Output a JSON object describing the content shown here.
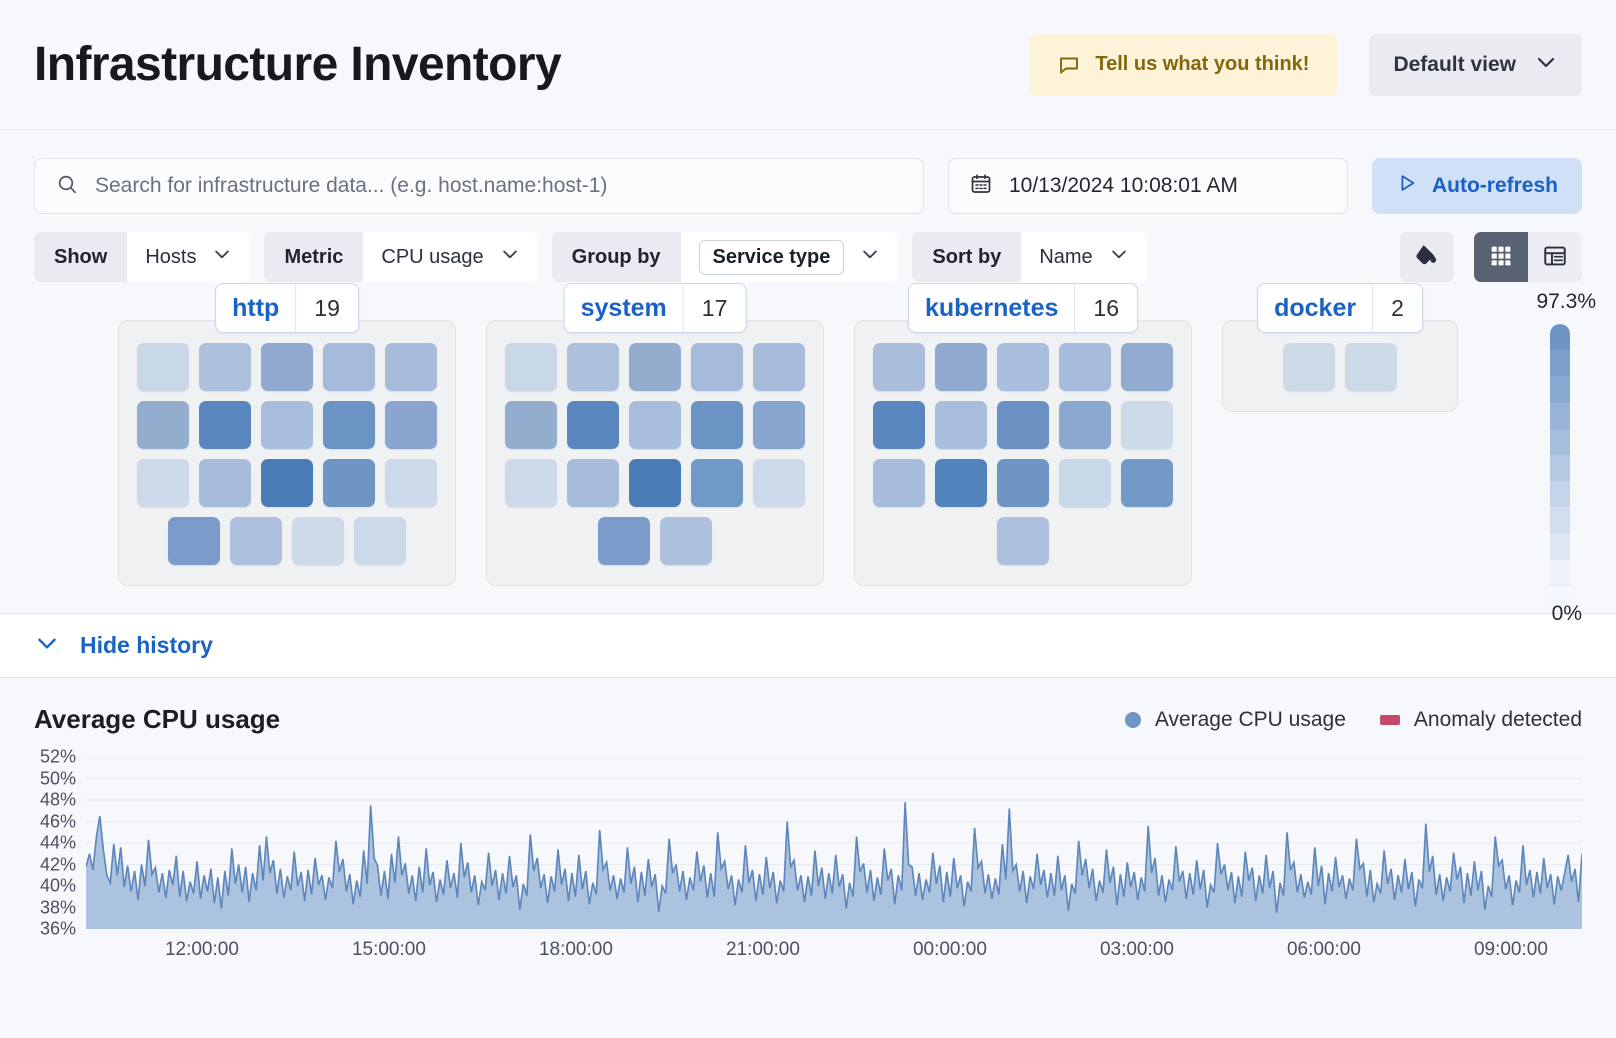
{
  "header": {
    "title": "Infrastructure Inventory",
    "feedback_label": "Tell us what you think!",
    "feedback_icon": "comment-icon",
    "view_label": "Default view",
    "view_icon": "chevron-down-icon",
    "feedback_bg": "#fdf3d8",
    "feedback_fg": "#83670c"
  },
  "search": {
    "placeholder": "Search for infrastructure data... (e.g. host.name:host-1)",
    "value": "",
    "icon": "search-icon"
  },
  "datepicker": {
    "value": "10/13/2024 10:08:01 AM",
    "icon": "calendar-icon"
  },
  "refresh": {
    "label": "Auto-refresh",
    "icon": "play-icon",
    "bg": "#cfe0f7",
    "fg": "#1a5fc8"
  },
  "filters": [
    {
      "label": "Show",
      "value": "Hosts",
      "boxed": false,
      "icon": "chevron-down-icon"
    },
    {
      "label": "Metric",
      "value": "CPU usage",
      "boxed": false,
      "icon": "chevron-down-icon"
    },
    {
      "label": "Group by",
      "value": "Service type",
      "boxed": true,
      "icon": "chevron-down-icon"
    },
    {
      "label": "Sort by",
      "value": "Name",
      "boxed": false,
      "icon": "chevron-down-icon"
    }
  ],
  "toolbar": {
    "palette_icon": "color-fill-icon",
    "grid_view_icon": "grid-view-icon",
    "table_view_icon": "table-view-icon",
    "active_view": "grid"
  },
  "legend_scale": {
    "max_label": "97.3%",
    "min_label": "0%",
    "stops": [
      "#6f95c6",
      "#7b9ecb",
      "#89a9d2",
      "#97b3d8",
      "#a6bedd",
      "#b5c9e3",
      "#c4d4e9",
      "#d2deef",
      "#dfe7f3",
      "#ecf1f8",
      "#f4f7fb"
    ]
  },
  "groups": [
    {
      "name": "http",
      "count": "19",
      "rows": [
        [
          "#c9d8e9",
          "#aec1dc",
          "#8fa9cf",
          "#a5bbd9",
          "#a6bcda"
        ],
        [
          "#93adcf",
          "#5b87c0",
          "#a9bedd",
          "#6b94c5",
          "#8aa6d0"
        ],
        [
          "#cbd9ea",
          "#a7bcdb",
          "#4c7cb8",
          "#6e95c4",
          "#cbd9ea"
        ],
        [
          "#7b9cca",
          "#adc0dd",
          "#ccdaea",
          "#cbd9ea"
        ]
      ]
    },
    {
      "name": "system",
      "count": "17",
      "rows": [
        [
          "#c9d8e9",
          "#aec1dc",
          "#93adcf",
          "#a5bbd9",
          "#a6bcda"
        ],
        [
          "#93adcf",
          "#5b87c0",
          "#a9bedd",
          "#6b94c5",
          "#87a5cf"
        ],
        [
          "#cbd9ea",
          "#a7bcdb",
          "#4c7cb8",
          "#7099c7",
          "#cbd9ea"
        ],
        [
          "#7b9cca",
          "#aec1dc"
        ]
      ]
    },
    {
      "name": "kubernetes",
      "count": "16",
      "rows": [
        [
          "#aabedc",
          "#8fa9cf",
          "#a9bddc",
          "#a6bcda",
          "#92accf"
        ],
        [
          "#5b87c0",
          "#a9bedd",
          "#6b91c3",
          "#8ba8d1",
          "#ccdaea"
        ],
        [
          "#a6bcda",
          "#5183bd",
          "#6e95c4",
          "#c9d8e9",
          "#7399c7"
        ],
        [
          "#adc0dd"
        ]
      ]
    },
    {
      "name": "docker",
      "count": "2",
      "rows": [
        [
          "#ccd9e8",
          "#ccd9e8"
        ]
      ]
    }
  ],
  "history": {
    "toggle_label": "Hide history",
    "toggle_icon": "chevron-down-icon"
  },
  "chart_data": {
    "type": "area",
    "title": "Average CPU usage",
    "xlabel": "",
    "ylabel": "",
    "ylim": [
      36,
      52
    ],
    "yticks": [
      "36%",
      "38%",
      "40%",
      "42%",
      "44%",
      "46%",
      "48%",
      "50%",
      "52%"
    ],
    "ytick_values": [
      36,
      38,
      40,
      42,
      44,
      46,
      48,
      50,
      52
    ],
    "xticks": [
      "12:00:00",
      "15:00:00",
      "18:00:00",
      "21:00:00",
      "00:00:00",
      "03:00:00",
      "06:00:00",
      "09:00:00"
    ],
    "grid": true,
    "legend_position": "top-right",
    "series": [
      {
        "name": "Average CPU usage",
        "color": "#6e95c4",
        "marker": "dot"
      },
      {
        "name": "Anomaly detected",
        "color": "#c6496c",
        "marker": "square"
      }
    ],
    "values": [
      41.8,
      43.0,
      41.5,
      44.6,
      46.5,
      43.4,
      41.0,
      40.3,
      43.9,
      41.0,
      43.6,
      39.9,
      41.9,
      39.5,
      41.4,
      38.7,
      42.0,
      40.0,
      44.3,
      41.1,
      41.7,
      39.4,
      41.2,
      38.9,
      41.5,
      40.1,
      42.8,
      39.0,
      41.4,
      38.6,
      40.4,
      39.3,
      42.3,
      38.8,
      41.0,
      39.5,
      41.6,
      38.4,
      40.8,
      37.9,
      41.4,
      39.1,
      43.5,
      40.2,
      42.0,
      39.4,
      41.8,
      38.5,
      41.2,
      39.6,
      43.8,
      40.5,
      44.6,
      41.2,
      42.4,
      39.3,
      41.6,
      38.9,
      40.9,
      39.6,
      43.2,
      40.0,
      41.3,
      38.6,
      41.5,
      39.2,
      42.6,
      40.1,
      41.0,
      38.7,
      40.8,
      39.8,
      44.2,
      41.3,
      42.5,
      39.5,
      41.1,
      38.3,
      40.5,
      39.0,
      43.3,
      40.2,
      47.5,
      42.6,
      41.9,
      39.1,
      41.4,
      38.8,
      43.0,
      40.3,
      44.6,
      41.0,
      42.1,
      39.3,
      41.0,
      38.6,
      41.8,
      39.4,
      43.5,
      40.1,
      41.3,
      38.5,
      40.6,
      39.2,
      42.4,
      39.8,
      41.2,
      38.9,
      44.0,
      40.8,
      42.2,
      39.4,
      41.0,
      38.2,
      40.4,
      39.6,
      43.1,
      40.0,
      41.5,
      38.7,
      41.2,
      39.3,
      42.8,
      39.9,
      41.0,
      37.8,
      40.2,
      39.1,
      44.8,
      41.4,
      42.6,
      39.8,
      41.1,
      38.4,
      40.9,
      39.5,
      43.4,
      40.1,
      41.6,
      38.6,
      41.2,
      39.0,
      42.9,
      39.7,
      41.4,
      38.3,
      40.3,
      39.2,
      45.2,
      41.5,
      42.2,
      39.6,
      41.0,
      38.8,
      40.7,
      39.4,
      43.6,
      40.2,
      41.8,
      38.5,
      41.3,
      39.1,
      42.5,
      39.9,
      41.1,
      37.6,
      40.0,
      39.3,
      44.4,
      41.2,
      42.0,
      39.5,
      41.4,
      38.7,
      40.8,
      39.6,
      43.2,
      40.4,
      41.9,
      38.9,
      41.2,
      39.0,
      45.0,
      41.6,
      42.3,
      39.7,
      41.0,
      38.2,
      40.6,
      39.4,
      43.8,
      40.3,
      41.5,
      38.6,
      41.1,
      39.2,
      42.7,
      39.8,
      41.3,
      38.4,
      40.5,
      39.5,
      46.0,
      41.8,
      42.4,
      39.6,
      41.0,
      38.5,
      40.9,
      39.1,
      43.3,
      40.0,
      41.7,
      38.8,
      41.2,
      39.3,
      42.9,
      39.9,
      41.1,
      37.9,
      40.3,
      39.0,
      44.6,
      41.3,
      42.1,
      39.4,
      41.5,
      38.6,
      40.8,
      39.2,
      43.5,
      40.5,
      41.6,
      38.3,
      41.0,
      39.6,
      47.8,
      42.0,
      41.8,
      39.1,
      41.2,
      38.7,
      40.6,
      39.4,
      43.1,
      40.2,
      41.9,
      38.5,
      41.3,
      39.0,
      42.6,
      39.8,
      41.0,
      38.1,
      40.4,
      39.5,
      45.4,
      41.7,
      42.3,
      39.3,
      41.1,
      38.8,
      40.7,
      39.2,
      43.9,
      40.6,
      47.2,
      41.4,
      42.0,
      39.5,
      41.4,
      38.4,
      40.9,
      39.7,
      43.0,
      40.1,
      41.5,
      38.9,
      41.2,
      39.1,
      42.8,
      39.6,
      41.0,
      37.7,
      40.2,
      39.3,
      44.2,
      41.0,
      42.5,
      39.8,
      41.6,
      38.6,
      40.5,
      39.4,
      43.4,
      40.3,
      41.8,
      38.2,
      41.1,
      39.0,
      42.2,
      39.9,
      41.3,
      38.7,
      40.8,
      39.5,
      45.6,
      41.2,
      42.6,
      39.1,
      41.0,
      38.5,
      40.6,
      39.6,
      43.7,
      40.4,
      41.4,
      38.8,
      41.2,
      39.2,
      42.4,
      39.7,
      41.5,
      38.0,
      40.1,
      39.4,
      44.0,
      41.1,
      42.0,
      39.6,
      41.3,
      38.4,
      40.9,
      39.0,
      43.2,
      40.5,
      41.7,
      38.6,
      41.0,
      39.3,
      42.9,
      39.8,
      41.4,
      37.5,
      40.3,
      39.1,
      45.0,
      41.5,
      42.2,
      39.4,
      41.1,
      38.9,
      40.4,
      39.2,
      43.6,
      40.0,
      41.9,
      38.3,
      41.2,
      39.5,
      42.7,
      39.9,
      41.0,
      38.8,
      40.7,
      39.6,
      44.4,
      41.6,
      42.1,
      39.0,
      41.5,
      38.5,
      40.2,
      39.3,
      43.3,
      40.2,
      41.6,
      38.7,
      41.0,
      39.4,
      42.5,
      39.7,
      41.3,
      38.1,
      40.6,
      39.8,
      45.8,
      41.3,
      42.8,
      39.2,
      41.1,
      38.6,
      40.8,
      39.5,
      43.1,
      40.6,
      41.8,
      38.4,
      41.2,
      39.1,
      42.3,
      39.6,
      41.4,
      37.8,
      40.0,
      39.0,
      44.6,
      41.9,
      42.4,
      39.7,
      41.0,
      38.2,
      40.5,
      39.4,
      43.8,
      40.1,
      41.5,
      38.9,
      41.3,
      39.3,
      42.6,
      39.8,
      41.1,
      38.3,
      40.9,
      39.6,
      41.2,
      42.9,
      40.4,
      41.6,
      38.5,
      43.0
    ]
  }
}
